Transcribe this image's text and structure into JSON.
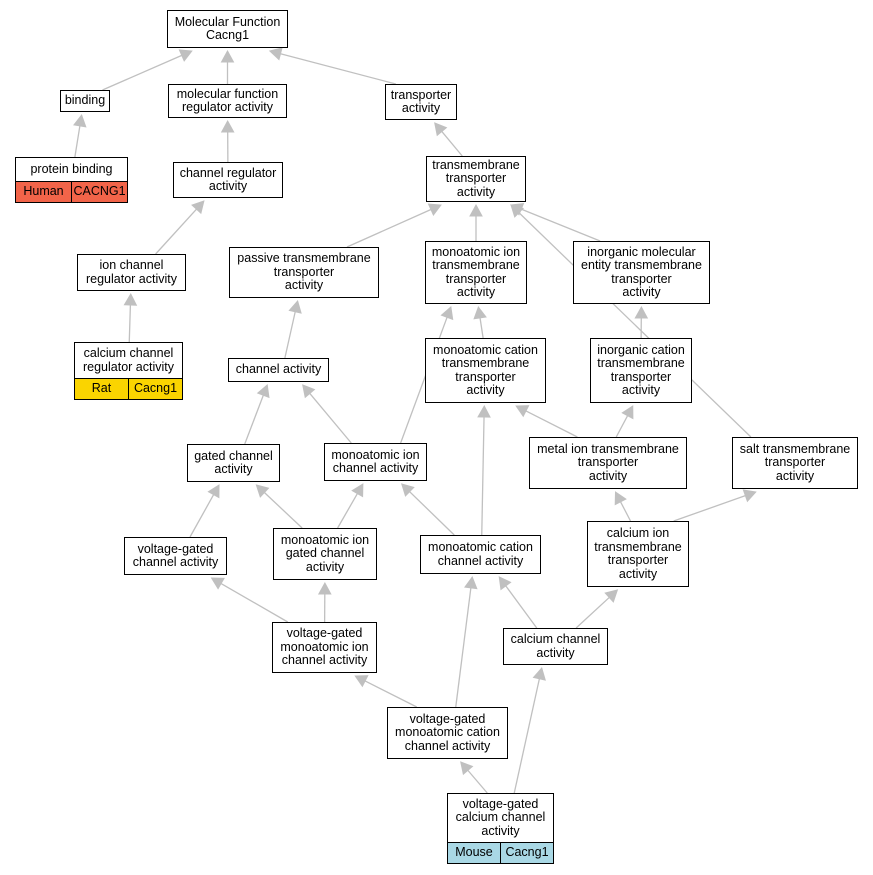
{
  "colors": {
    "edge": "#c0c0c0",
    "human": "#f26449",
    "rat": "#fad400",
    "mouse": "#a9d8e5"
  },
  "nodes": {
    "root": {
      "lines": [
        "Molecular Function",
        "Cacng1"
      ]
    },
    "binding": {
      "lines": [
        "binding"
      ]
    },
    "mfra": {
      "lines": [
        "molecular function",
        "regulator activity"
      ]
    },
    "transporter": {
      "lines": [
        "transporter",
        "activity"
      ]
    },
    "protein_binding": {
      "lines": [
        "protein binding"
      ],
      "tags": [
        {
          "label": "Human",
          "kind": "human"
        },
        {
          "label": "CACNG1",
          "kind": "human"
        }
      ]
    },
    "channel_regulator": {
      "lines": [
        "channel regulator",
        "activity"
      ]
    },
    "tm_transporter": {
      "lines": [
        "transmembrane",
        "transporter",
        "activity"
      ]
    },
    "ion_channel_reg": {
      "lines": [
        "ion channel",
        "regulator activity"
      ]
    },
    "passive_tm": {
      "lines": [
        "passive transmembrane",
        "transporter",
        "activity"
      ]
    },
    "mono_ion_tm": {
      "lines": [
        "monoatomic ion",
        "transmembrane",
        "transporter",
        "activity"
      ]
    },
    "inorganic_mol": {
      "lines": [
        "inorganic molecular",
        "entity transmembrane",
        "transporter",
        "activity"
      ]
    },
    "calcium_channel_reg": {
      "lines": [
        "calcium channel",
        "regulator activity"
      ],
      "tags": [
        {
          "label": "Rat",
          "kind": "rat"
        },
        {
          "label": "Cacng1",
          "kind": "rat"
        }
      ]
    },
    "channel_activity": {
      "lines": [
        "channel activity"
      ]
    },
    "mono_cation_tm": {
      "lines": [
        "monoatomic cation",
        "transmembrane",
        "transporter",
        "activity"
      ]
    },
    "inorganic_cation": {
      "lines": [
        "inorganic cation",
        "transmembrane",
        "transporter",
        "activity"
      ]
    },
    "gated_channel": {
      "lines": [
        "gated channel",
        "activity"
      ]
    },
    "mono_ion_channel": {
      "lines": [
        "monoatomic ion",
        "channel activity"
      ]
    },
    "metal_ion_tm": {
      "lines": [
        "metal ion transmembrane",
        "transporter",
        "activity"
      ]
    },
    "salt_tm": {
      "lines": [
        "salt transmembrane",
        "transporter",
        "activity"
      ]
    },
    "vg_channel": {
      "lines": [
        "voltage-gated",
        "channel activity"
      ]
    },
    "mono_ion_gated": {
      "lines": [
        "monoatomic ion",
        "gated channel",
        "activity"
      ]
    },
    "mono_cation_channel": {
      "lines": [
        "monoatomic cation",
        "channel activity"
      ]
    },
    "calcium_ion_tm": {
      "lines": [
        "calcium ion",
        "transmembrane",
        "transporter",
        "activity"
      ]
    },
    "vg_mono_ion": {
      "lines": [
        "voltage-gated",
        "monoatomic ion",
        "channel activity"
      ]
    },
    "calcium_channel": {
      "lines": [
        "calcium channel",
        "activity"
      ]
    },
    "vg_mono_cation": {
      "lines": [
        "voltage-gated",
        "monoatomic cation",
        "channel activity"
      ]
    },
    "vg_calcium": {
      "lines": [
        "voltage-gated",
        "calcium channel",
        "activity"
      ],
      "tags": [
        {
          "label": "Mouse",
          "kind": "mouse"
        },
        {
          "label": "Cacng1",
          "kind": "mouse"
        }
      ]
    }
  },
  "edges": [
    [
      "binding",
      "root"
    ],
    [
      "mfra",
      "root"
    ],
    [
      "transporter",
      "root"
    ],
    [
      "protein_binding",
      "binding"
    ],
    [
      "channel_regulator",
      "mfra"
    ],
    [
      "tm_transporter",
      "transporter"
    ],
    [
      "ion_channel_reg",
      "channel_regulator"
    ],
    [
      "passive_tm",
      "tm_transporter"
    ],
    [
      "mono_ion_tm",
      "tm_transporter"
    ],
    [
      "inorganic_mol",
      "tm_transporter"
    ],
    [
      "salt_tm",
      "tm_transporter"
    ],
    [
      "calcium_channel_reg",
      "ion_channel_reg"
    ],
    [
      "channel_activity",
      "passive_tm"
    ],
    [
      "mono_cation_tm",
      "mono_ion_tm"
    ],
    [
      "mono_ion_channel",
      "mono_ion_tm"
    ],
    [
      "inorganic_cation",
      "inorganic_mol"
    ],
    [
      "gated_channel",
      "channel_activity"
    ],
    [
      "mono_ion_channel",
      "channel_activity"
    ],
    [
      "metal_ion_tm",
      "mono_cation_tm"
    ],
    [
      "mono_cation_channel",
      "mono_cation_tm"
    ],
    [
      "metal_ion_tm",
      "inorganic_cation"
    ],
    [
      "vg_channel",
      "gated_channel"
    ],
    [
      "mono_ion_gated",
      "gated_channel"
    ],
    [
      "mono_ion_gated",
      "mono_ion_channel"
    ],
    [
      "mono_cation_channel",
      "mono_ion_channel"
    ],
    [
      "calcium_ion_tm",
      "metal_ion_tm"
    ],
    [
      "calcium_ion_tm",
      "salt_tm"
    ],
    [
      "vg_mono_ion",
      "vg_channel"
    ],
    [
      "vg_mono_ion",
      "mono_ion_gated"
    ],
    [
      "calcium_channel",
      "mono_cation_channel"
    ],
    [
      "calcium_channel",
      "calcium_ion_tm"
    ],
    [
      "vg_mono_cation",
      "vg_mono_ion"
    ],
    [
      "vg_mono_cation",
      "mono_cation_channel"
    ],
    [
      "vg_calcium",
      "vg_mono_cation"
    ],
    [
      "vg_calcium",
      "calcium_channel"
    ]
  ]
}
